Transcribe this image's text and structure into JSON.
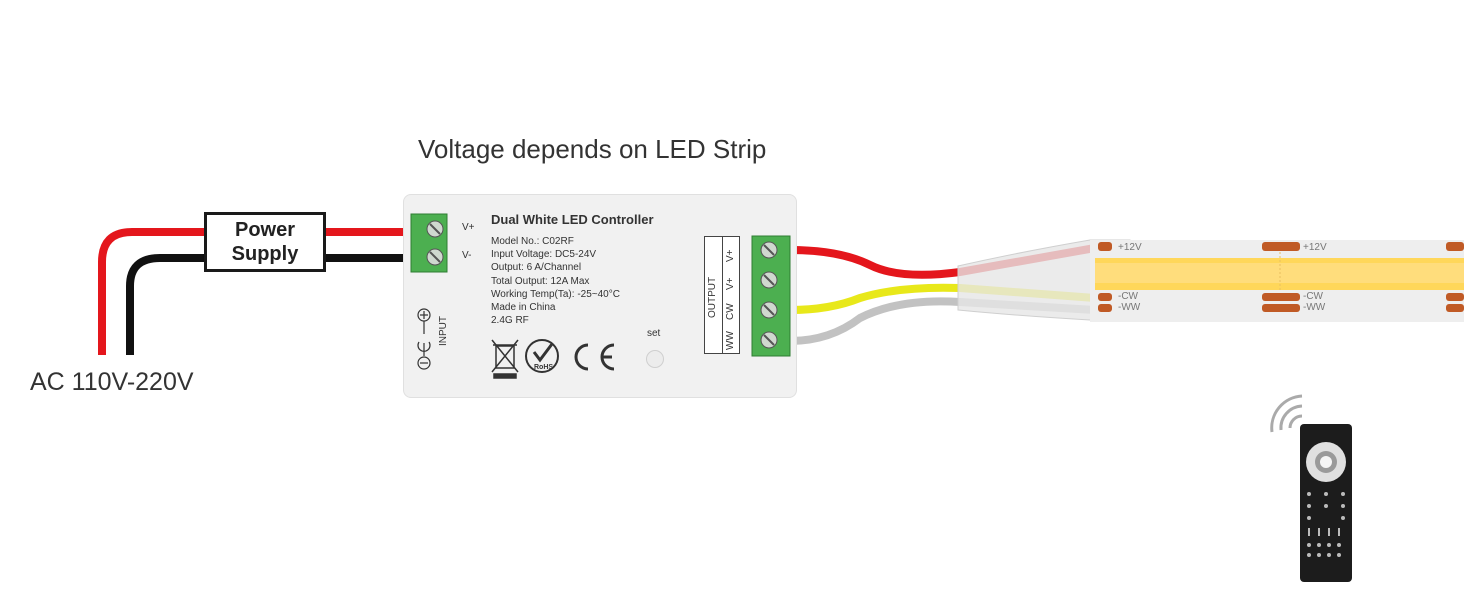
{
  "title": "Voltage depends on LED Strip",
  "ac_label": "AC 110V-220V",
  "power_supply": {
    "line1": "Power",
    "line2": "Supply"
  },
  "controller": {
    "title": "Dual White LED Controller",
    "specs": [
      "Model No.: C02RF",
      "Input Voltage: DC5-24V",
      "Output: 6 A/Channel",
      "Total Output: 12A Max",
      "Working Temp(Ta): -25~40°C",
      "Made in China",
      "2.4G RF"
    ],
    "input_terminals": [
      "V+",
      "V-"
    ],
    "input_label": "INPUT",
    "set_label": "set",
    "output_label": "OUTPUT",
    "output_terminals": [
      "V+",
      "V+",
      "CW",
      "WW"
    ],
    "certs": [
      "RoHS",
      "CE"
    ]
  },
  "strip": {
    "labels": [
      "+12V",
      "-CW",
      "-WW"
    ]
  },
  "colors": {
    "red_wire": "#e4161c",
    "black_wire": "#111111",
    "yellow_wire": "#e8e81a",
    "gray_wire": "#b5b5b5",
    "terminal_green": "#4caf50",
    "strip_glow": "#ffd75a",
    "copper_pad": "#c05a25",
    "controller_body": "#f1f1f1"
  },
  "icons": [
    "weee-bin-icon",
    "rohs-icon",
    "ce-icon",
    "dc-polarity-icon",
    "remote-control-icon",
    "wireless-signal-icon"
  ]
}
